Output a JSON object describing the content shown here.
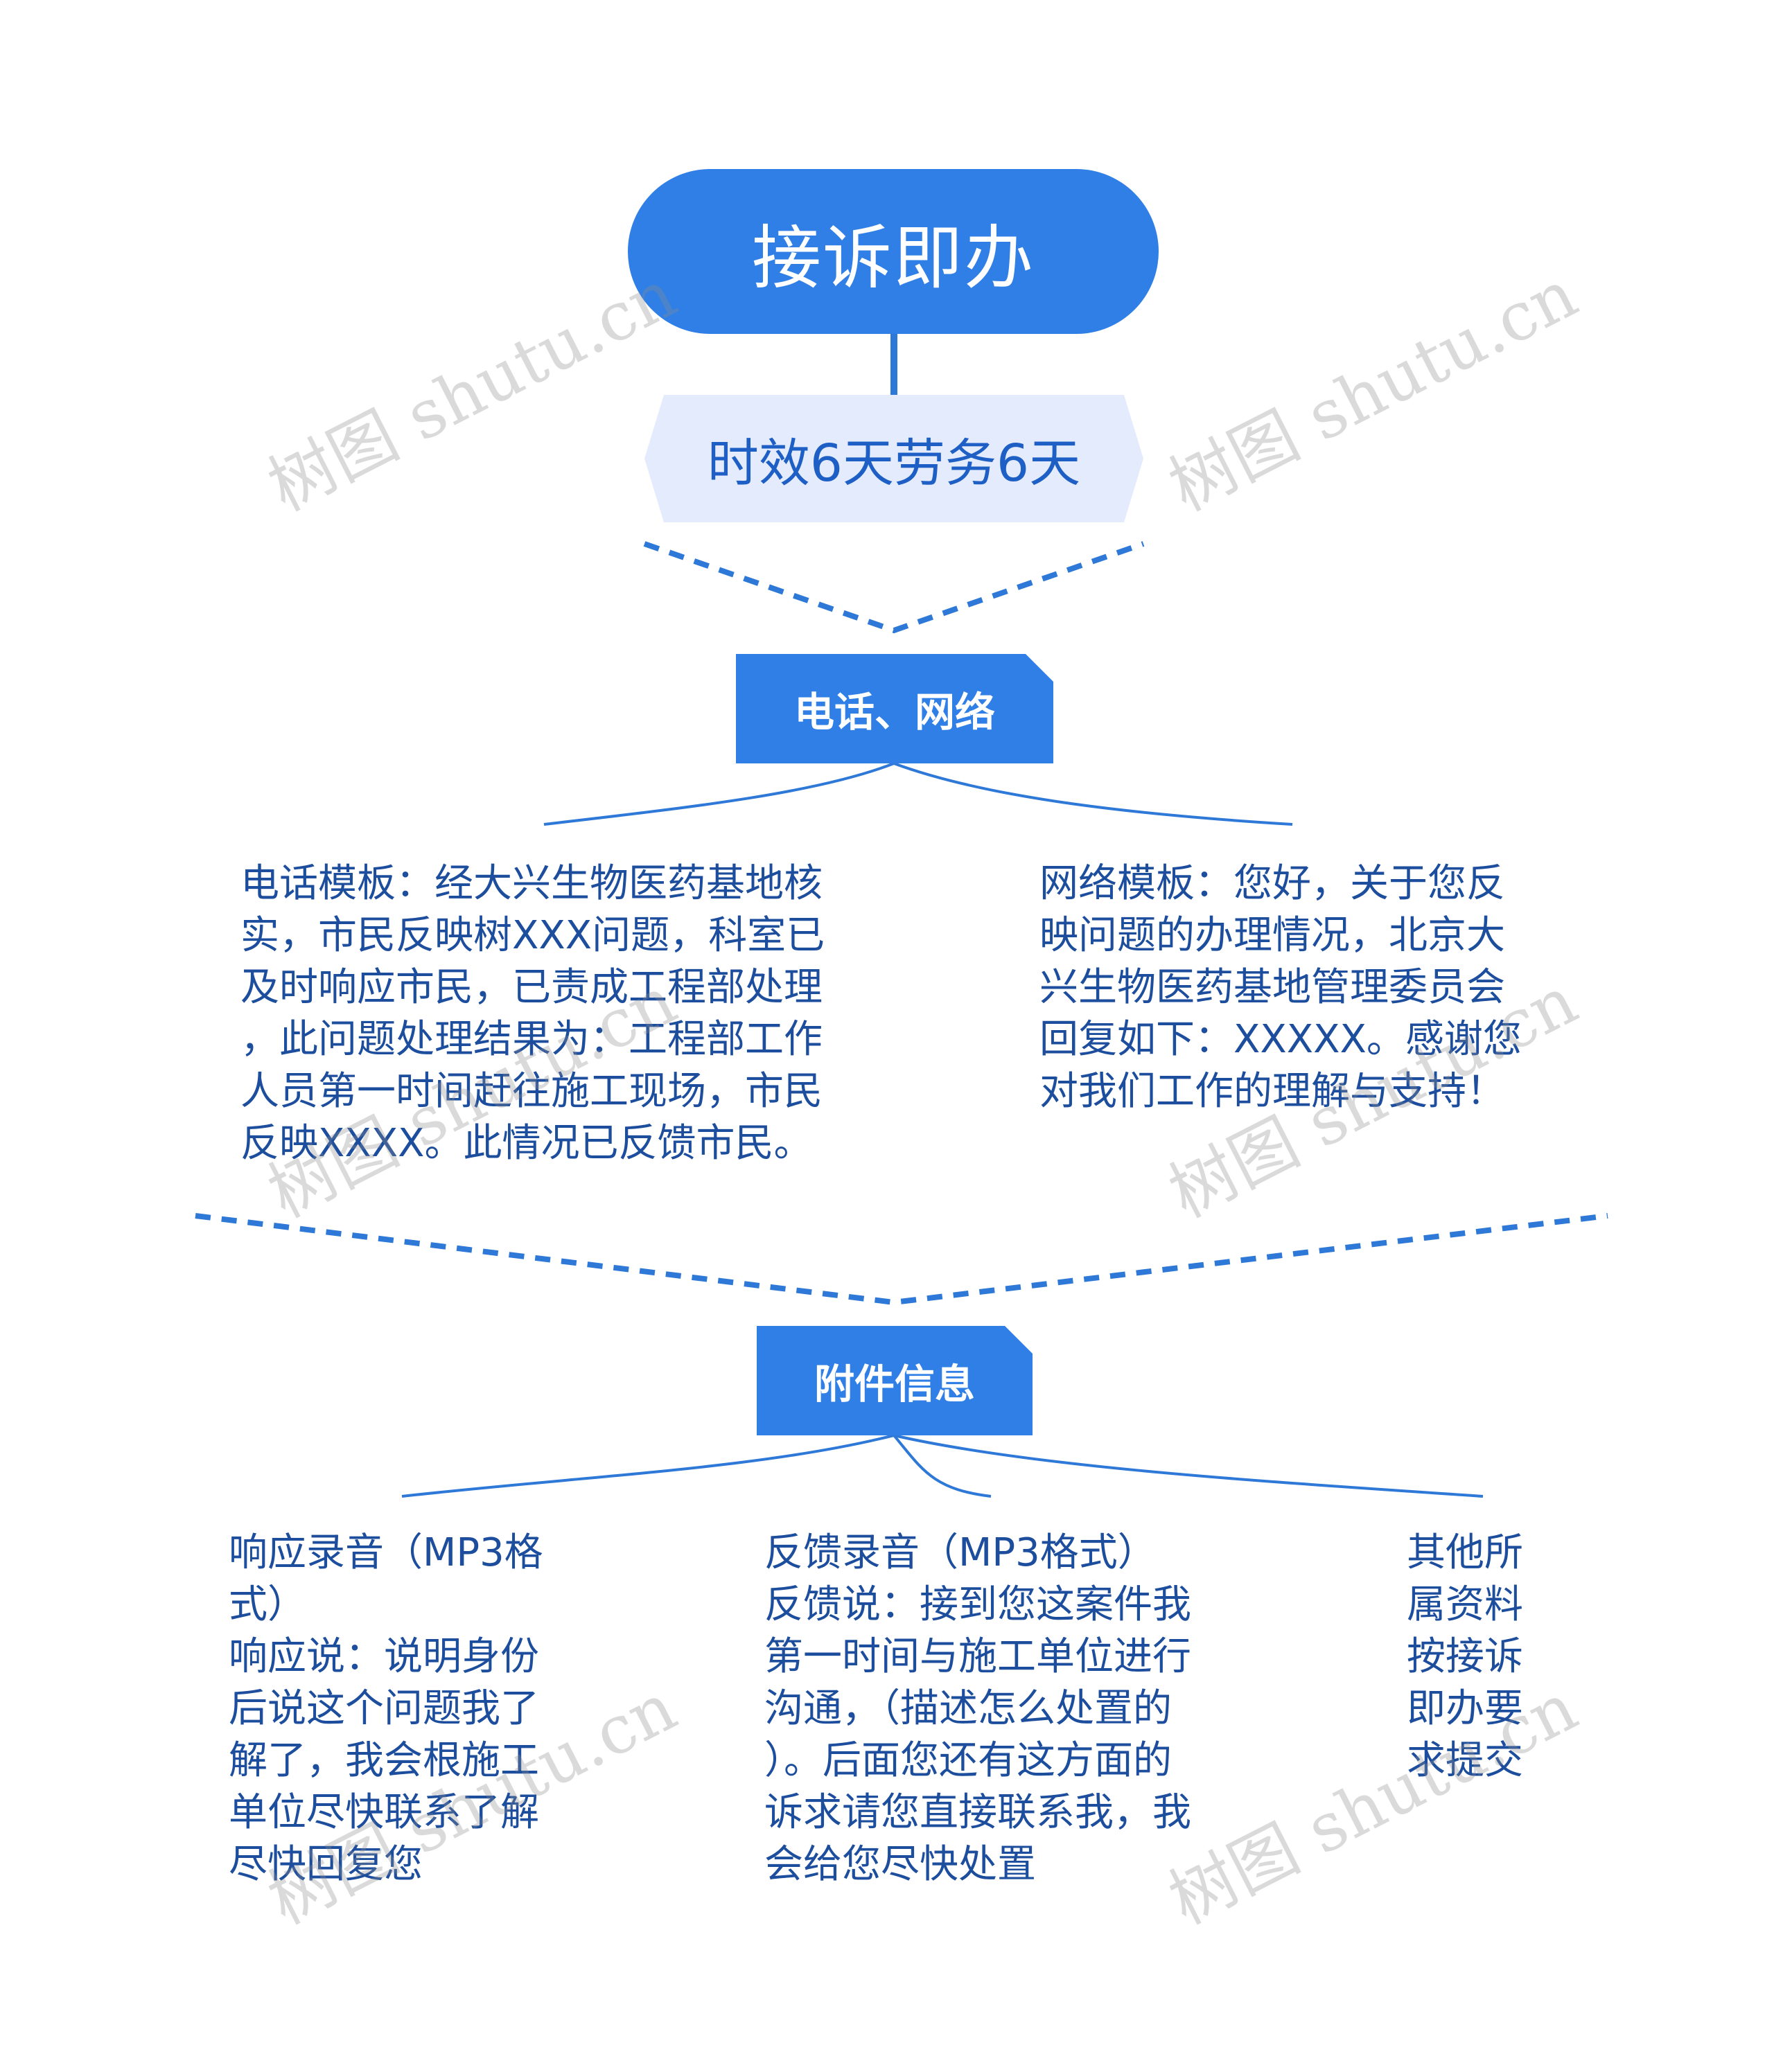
{
  "root": {
    "title": "接诉即办"
  },
  "subtitle": {
    "text": "时效6天劳务6天"
  },
  "categories": [
    {
      "label": "电话、网络",
      "children": [
        "电话模板：经大兴生物医药基地核\n实，市民反映树XXX问题，科室已\n及时响应市民，已责成工程部处理\n，此问题处理结果为：工程部工作\n人员第一时间赶往施工现场，市民\n反映XXXX。此情况已反馈市民。",
        "网络模板：您好，关于您反\n映问题的办理情况，北京大\n兴生物医药基地管理委员会\n回复如下：XXXXX。感谢您\n对我们工作的理解与支持！"
      ]
    },
    {
      "label": "附件信息",
      "children": [
        "响应录音（MP3格\n式）\n响应说：说明身份\n后说这个问题我了\n解了，我会根施工\n单位尽快联系了解\n尽快回复您",
        "反馈录音（MP3格式）\n反馈说：接到您这案件我\n第一时间与施工单位进行\n沟通，（描述怎么处置的\n）。后面您还有这方面的\n诉求请您直接联系我，我\n会给您尽快处置",
        "其他所\n属资料\n按接诉\n即办要\n求提交"
      ]
    }
  ],
  "watermark": "树图 shutu.cn",
  "colors": {
    "primary": "#2f7fe6",
    "subtitle_bg": "#e3ebfc",
    "text": "#1d4e9e",
    "connector": "#2e78d8"
  }
}
